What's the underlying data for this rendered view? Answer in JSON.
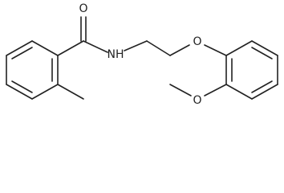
{
  "molecule": {
    "atoms": {
      "carbonyl_oxygen": "O",
      "amide_nitrogen": "N",
      "amide_hydrogen": "H",
      "ether_oxygen": "O",
      "methoxy_oxygen": "O"
    }
  },
  "colors": {
    "bond": "#222222",
    "background": "#ffffff"
  }
}
